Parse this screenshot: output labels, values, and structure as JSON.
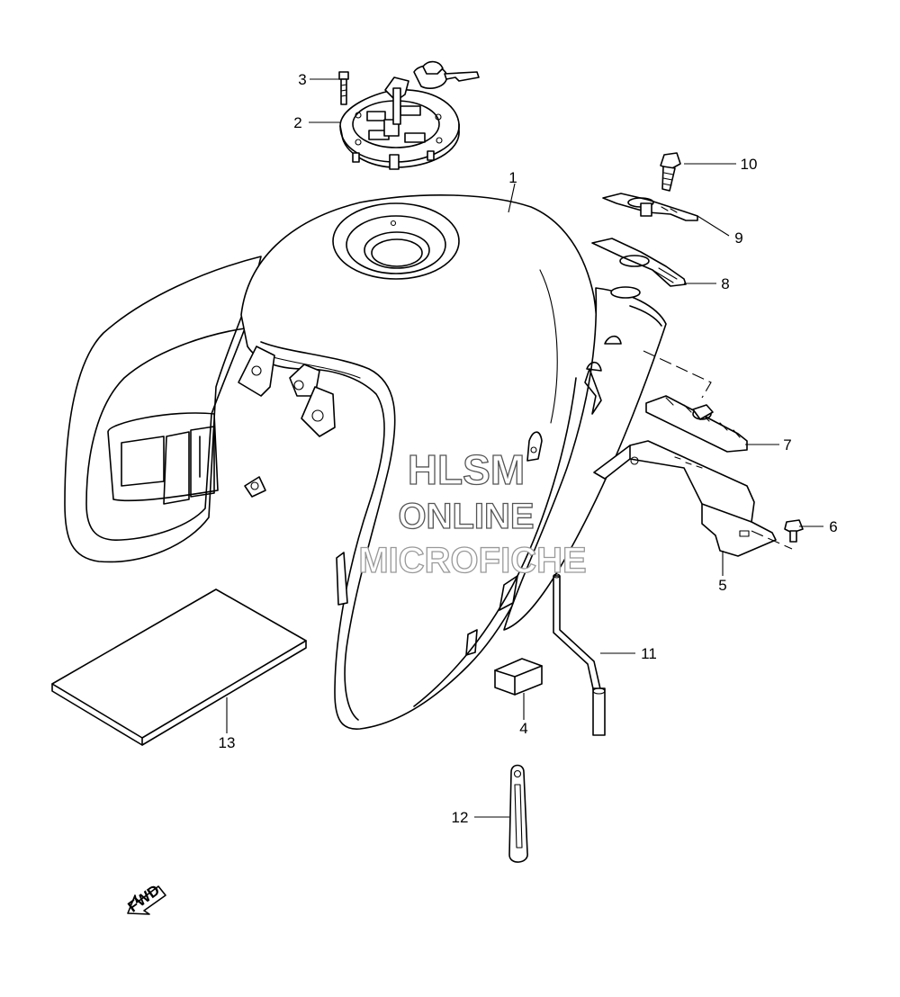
{
  "callouts": [
    {
      "label": "1"
    },
    {
      "label": "2"
    },
    {
      "label": "3"
    },
    {
      "label": "4"
    },
    {
      "label": "5"
    },
    {
      "label": "6"
    },
    {
      "label": "7"
    },
    {
      "label": "8"
    },
    {
      "label": "9"
    },
    {
      "label": "10"
    },
    {
      "label": "11"
    },
    {
      "label": "12"
    },
    {
      "label": "13"
    }
  ],
  "watermark": {
    "line1": "HLSM",
    "line2": "ONLINE",
    "line3": "MICROFICHE"
  },
  "fwd_arrow": {
    "label": "FWD",
    "icon": "fwd-arrow-icon"
  }
}
